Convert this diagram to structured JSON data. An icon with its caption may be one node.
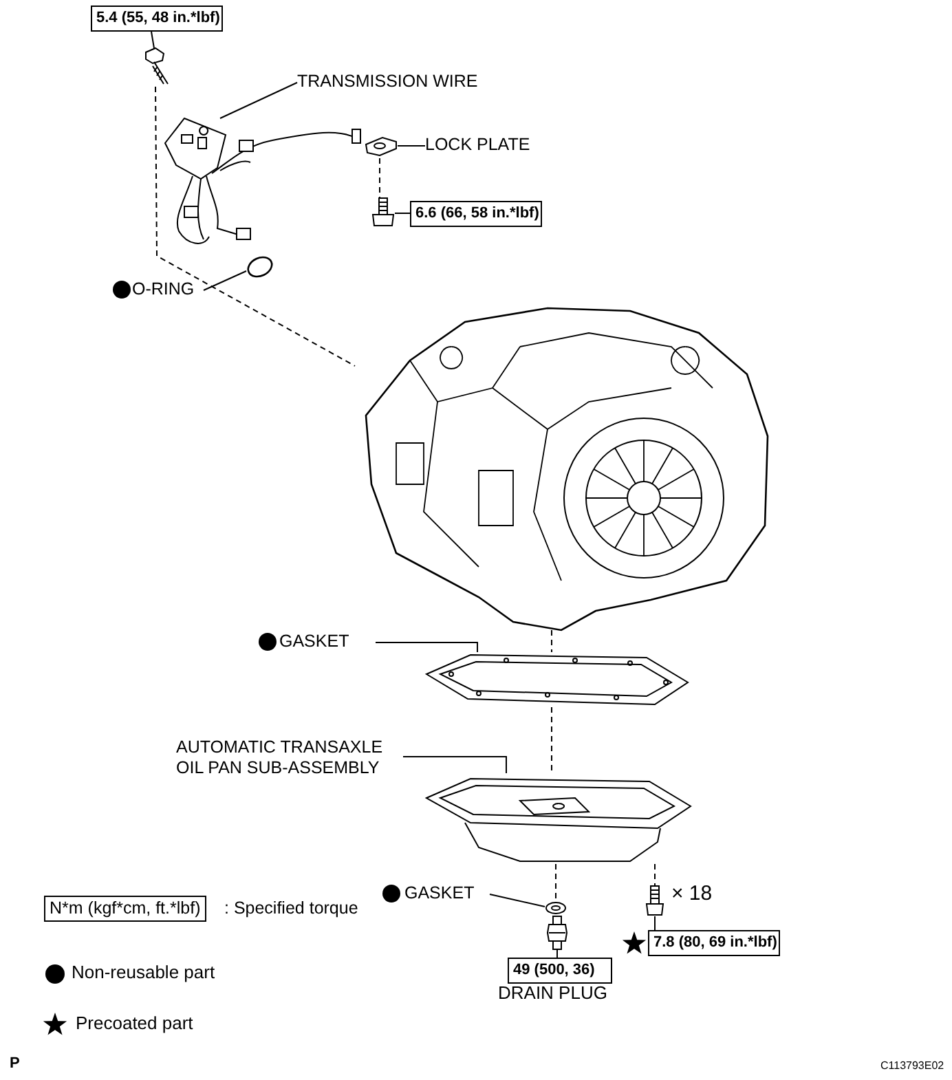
{
  "diagram": {
    "nodes": [
      {
        "text": [
          "5.4 (55, 48 in.*lbf)"
        ]
      },
      {
        "text": [],
        "shape": "picture"
      },
      {
        "text": [
          "TRANSMISSION WIRE"
        ]
      },
      {
        "text": [],
        "shape": "picture"
      },
      {
        "text": [
          "LOCK PLATE"
        ]
      },
      {
        "text": [],
        "shape": "picture"
      },
      {
        "text": [
          "6.6 (66, 58 in.*lbf)"
        ]
      },
      {
        "text": [],
        "shape": "picture"
      },
      {
        "text": [
          "O-RING"
        ]
      },
      {
        "text": [],
        "shape": "circle"
      },
      {
        "text": [],
        "shape": "picture"
      },
      {
        "text": [
          "GASKET"
        ]
      },
      {
        "text": [],
        "shape": "picture"
      },
      {
        "text": [
          "AUTOMATIC TRANSAXLE OIL PAN SUB-ASSEMBLY"
        ]
      },
      {
        "text": [],
        "shape": "picture"
      },
      {
        "text": [
          "GASKET"
        ]
      },
      {
        "text": [],
        "shape": "picture"
      },
      {
        "text": [],
        "shape": "picture"
      },
      {
        "text": [
          "49 (500, 36)"
        ],
        "beside": [
          "DRAIN PLUG"
        ]
      },
      {
        "text": [],
        "shape": "picture"
      },
      {
        "text": [
          "7.8 (80, 69 in.*lbf)"
        ]
      }
    ],
    "edges": [
      {
        "from": 0,
        "to": 1,
        "arrow": "none"
      },
      {
        "from": 2,
        "to": 3,
        "arrow": "none"
      },
      {
        "from": 4,
        "to": 5,
        "arrow": "none"
      },
      {
        "from": 6,
        "to": 7,
        "arrow": "none"
      },
      {
        "from": 8,
        "to": 9,
        "arrow": "none"
      },
      {
        "from": 11,
        "to": 12,
        "arrow": "none"
      },
      {
        "from": 13,
        "to": 14,
        "arrow": "none"
      },
      {
        "from": 15,
        "to": 16,
        "arrow": "none"
      },
      {
        "from": 18,
        "to": 17,
        "arrow": "none"
      },
      {
        "from": 20,
        "to": 19,
        "arrow": "none"
      },
      {
        "from": 1,
        "to": 10,
        "arrow": "none",
        "style": "dashed"
      },
      {
        "from": 5,
        "to": 7,
        "arrow": "none",
        "style": "dashed"
      },
      {
        "from": 10,
        "to": 12,
        "arrow": "none",
        "style": "dashed"
      },
      {
        "from": 12,
        "to": 14,
        "arrow": "none",
        "style": "dashed"
      },
      {
        "from": 14,
        "to": 16,
        "arrow": "none",
        "style": "dashed"
      },
      {
        "from": 14,
        "to": 19,
        "arrow": "none",
        "style": "dashed"
      }
    ],
    "labels": [
      "N*m (kgf*cm, ft.*lbf)",
      ": Specified torque",
      "× 18",
      "P",
      "C113793E02"
    ],
    "legend": [
      {
        "text": "Non-reusable part"
      },
      {
        "text": "Precoated part"
      }
    ]
  }
}
